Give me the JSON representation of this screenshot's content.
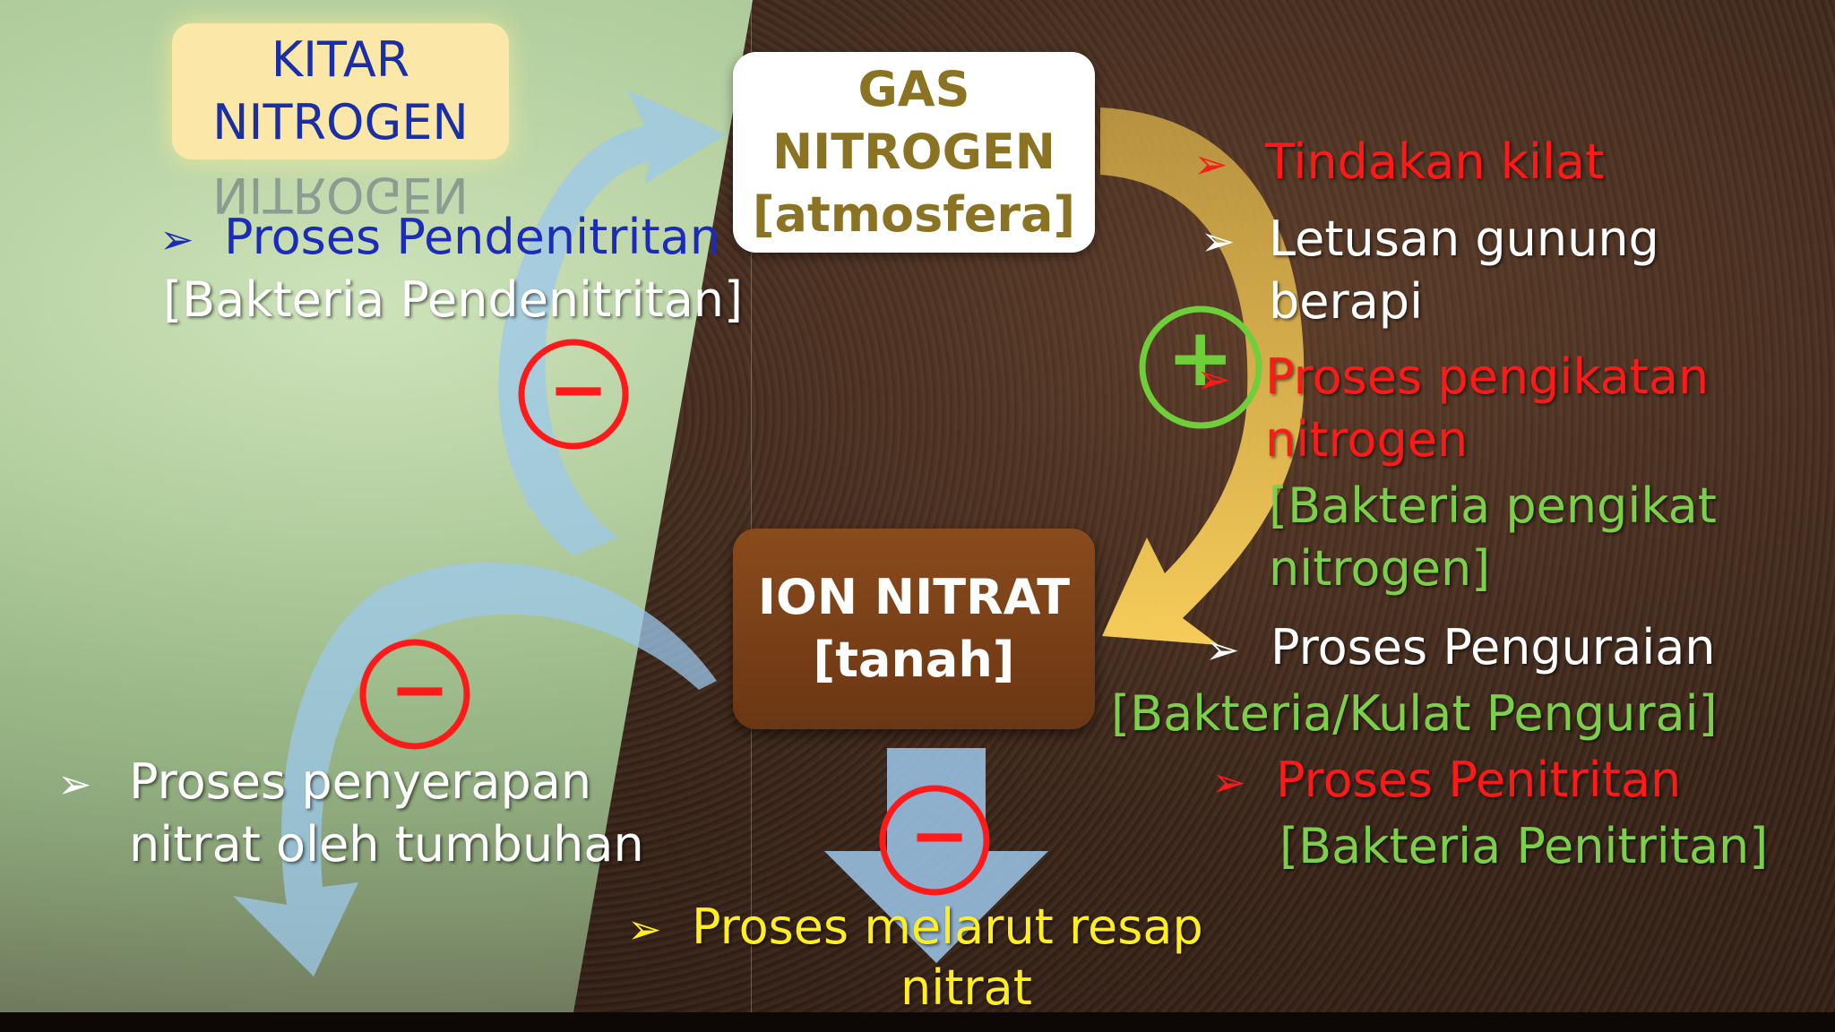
{
  "title": {
    "line1": "KITAR",
    "line2": "NITROGEN"
  },
  "gas_box": {
    "line1": "GAS",
    "line2": "NITROGEN",
    "line3": "[atmosfera]"
  },
  "ion_box": {
    "line1": "ION NITRAT",
    "line2": "[tanah]"
  },
  "bullet_glyph": "➢",
  "signs": {
    "minus": "−",
    "plus": "+"
  },
  "processes": {
    "denitrification": {
      "name": "Proses Pendenitritan",
      "agent": "[Bakteria Pendenitritan]"
    },
    "lightning": {
      "name": "Tindakan kilat"
    },
    "volcano": {
      "line1": "Letusan gunung",
      "line2": "berapi"
    },
    "fixation": {
      "line1": "Proses pengikatan",
      "line2": "nitrogen",
      "agent1": "[Bakteria pengikat",
      "agent2": "nitrogen]"
    },
    "decomposition": {
      "name": "Proses Penguraian",
      "agent": "[Bakteria/Kulat Pengurai]"
    },
    "nitrification": {
      "name": "Proses Penitritan",
      "agent": "[Bakteria Penitritan]"
    },
    "absorption": {
      "line1": "Proses penyerapan",
      "line2": "nitrat oleh tumbuhan"
    },
    "leaching": {
      "line1": "Proses melarut resap",
      "line2": "nitrat"
    }
  },
  "colors": {
    "title_bg": "#fbe7a8",
    "title_text": "#1a2fa3",
    "gas_text": "#8a7322",
    "ion_bg": "#7a4018",
    "red": "#ff1a1a",
    "green": "#7ccf4a",
    "yellow": "#ffee22",
    "arrow_blue": "#9cc8ec",
    "arrow_gold": "#f3c454"
  }
}
